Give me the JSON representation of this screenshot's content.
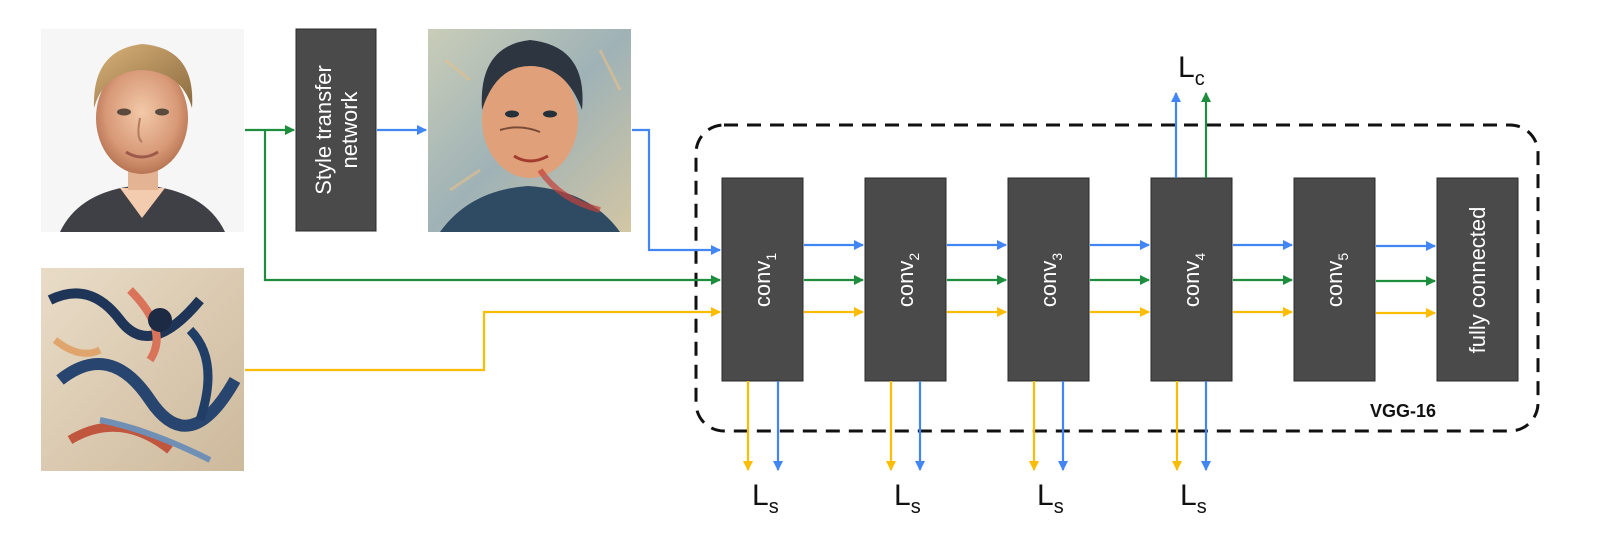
{
  "colors": {
    "content_path": "#4285f4",
    "green_path": "#1e8e3e",
    "style_path": "#fbbc04",
    "box_fill": "#4a4a4a",
    "box_text": "#ffffff",
    "dashed_border": "#111111"
  },
  "images": {
    "content_photo": "content-image",
    "stylized_output": "stylized-output-image",
    "style_painting": "style-image"
  },
  "style_network": {
    "line1": "Style transfer",
    "line2": "network"
  },
  "vgg": {
    "label": "VGG-16",
    "layers": [
      {
        "base": "conv",
        "sub": "1"
      },
      {
        "base": "conv",
        "sub": "2"
      },
      {
        "base": "conv",
        "sub": "3"
      },
      {
        "base": "conv",
        "sub": "4"
      },
      {
        "base": "conv",
        "sub": "5"
      }
    ],
    "fc_label": "fully connected"
  },
  "losses": {
    "content": {
      "base": "L",
      "sub": "c"
    },
    "style": [
      {
        "base": "L",
        "sub": "s"
      },
      {
        "base": "L",
        "sub": "s"
      },
      {
        "base": "L",
        "sub": "s"
      },
      {
        "base": "L",
        "sub": "s"
      }
    ]
  }
}
